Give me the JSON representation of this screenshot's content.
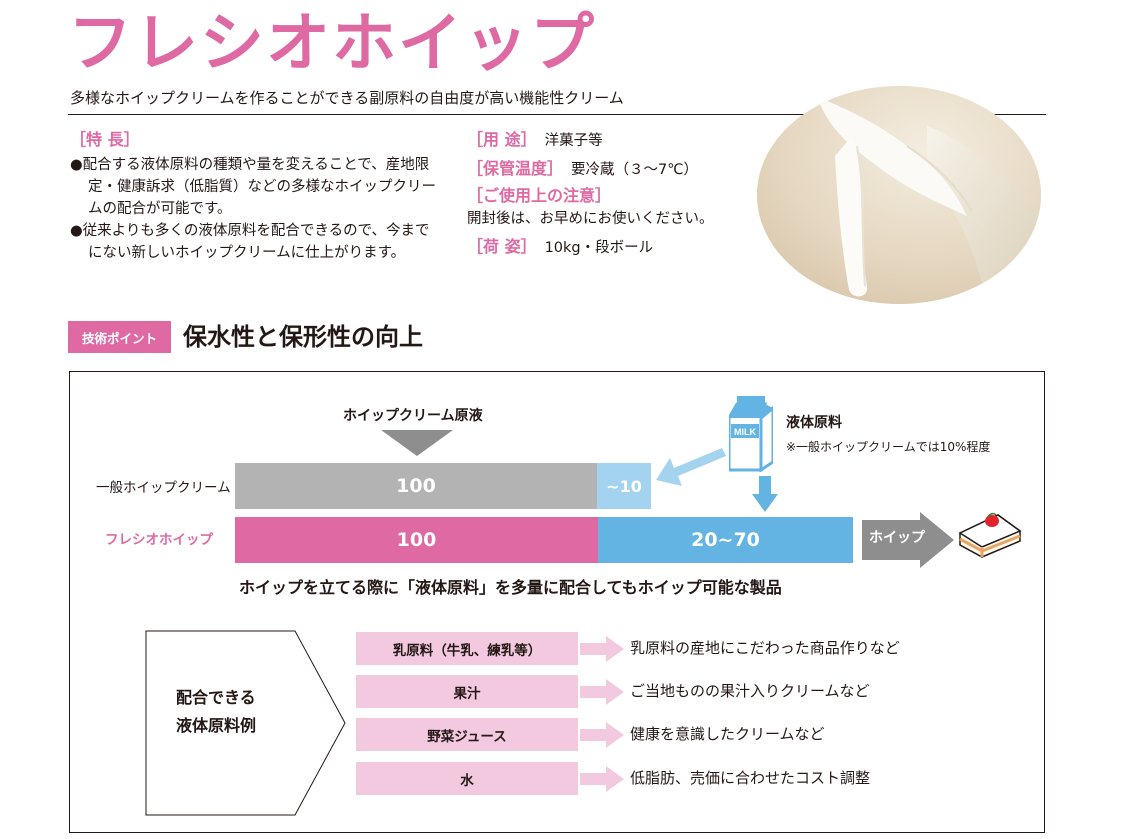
{
  "header": {
    "title": "フレシオホイップ",
    "subtitle": "多様なホイップクリームを作ることができる副原料の自由度が高い機能性クリーム"
  },
  "features": {
    "heading": "［特 長］",
    "items": [
      "●配合する液体原料の種類や量を変えることで、産地限定・健康訴求（低脂質）などの多様なホイップクリームの配合が可能です。",
      "●従来よりも多くの液体原料を配合できるので、今までにない新しいホイップクリームに仕上がります。"
    ]
  },
  "specs": {
    "usage_label": "［用 途］",
    "usage_value": "洋菓子等",
    "storage_label": "［保管温度］",
    "storage_value": "要冷蔵（３～7℃）",
    "caution_label": "［ご使用上の注意］",
    "caution_value": "開封後は、お早めにお使いください。",
    "package_label": "［荷 姿］",
    "package_value": "10kg・段ボール"
  },
  "tech": {
    "badge": "技術ポイント",
    "title": "保水性と保形性の向上"
  },
  "diagram": {
    "cream_base_label": "ホイップクリーム原液",
    "liquid_label": "液体原料",
    "liquid_note": "※一般ホイップクリームでは10%程度",
    "milk_text": "MILK",
    "general_row": {
      "label": "一般ホイップクリーム",
      "base_value": "100",
      "liquid_value": "~10"
    },
    "fresio_row": {
      "label": "フレシオホイップ",
      "base_value": "100",
      "liquid_value": "20~70"
    },
    "whip_label": "ホイップ",
    "conclusion": "ホイップを立てる際に「液体原料」を多量に配合してもホイップ可能な製品",
    "examples_title_line1": "配合できる",
    "examples_title_line2": "液体原料例",
    "examples": [
      {
        "name": "乳原料（牛乳、練乳等）",
        "desc": "乳原料の産地にこだわった商品作りなど"
      },
      {
        "name": "果汁",
        "desc": "ご当地ものの果汁入りクリームなど"
      },
      {
        "name": "野菜ジュース",
        "desc": "健康を意識したクリームなど"
      },
      {
        "name": "水",
        "desc": "低脂肪、売価に合わせたコスト調整"
      }
    ],
    "colors": {
      "pink": "#df6aa3",
      "gray": "#b3b3b3",
      "blue": "#63b3e3",
      "light_blue": "#a4d3f0",
      "light_pink": "#f2c9de"
    }
  }
}
